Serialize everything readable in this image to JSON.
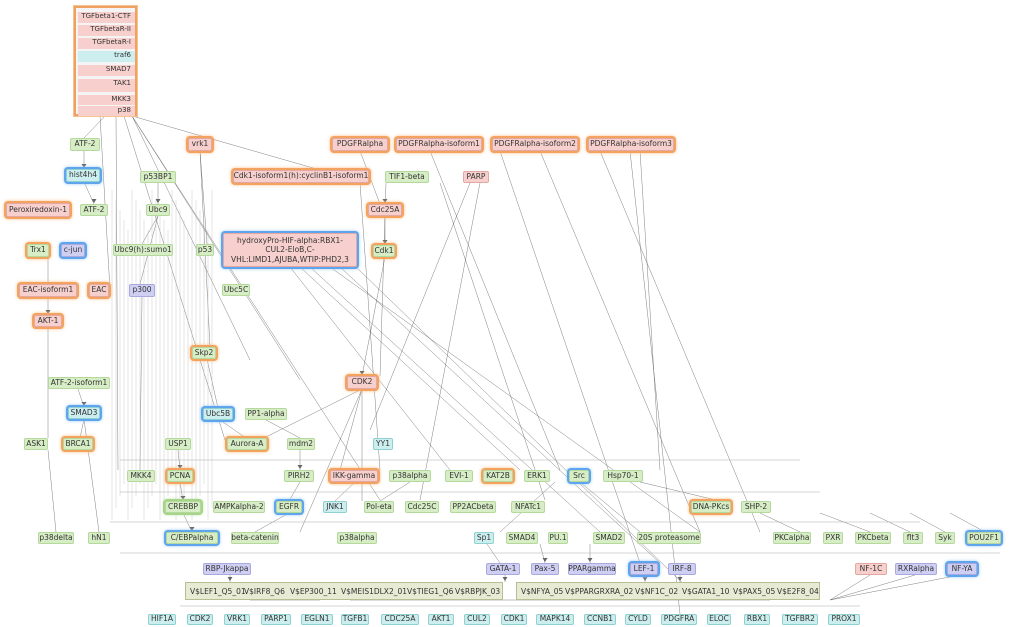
{
  "complex": {
    "items": [
      "TGFbeta1-CTF",
      "TGFbetaR-II",
      "TGFbetaR-I",
      "traf6",
      "SMAD7",
      "TAK1",
      "MKK3",
      "p38"
    ]
  },
  "nodes": {
    "atf2": "ATF-2",
    "hist4h4": "hist4h4",
    "atf2b": "ATF-2",
    "peroxiredoxin1": "Peroxiredoxin-1",
    "trx1": "Trx1",
    "cjun": "c-jun",
    "eac_isoform1": "EAC-isoform1",
    "eac": "EAC",
    "p300": "p300",
    "akt1": "AKT-1",
    "atf2_isoform1": "ATF-2-isoform1",
    "smad3": "SMAD3",
    "ask1": "ASK1",
    "brca1": "BRCA1",
    "p38delta": "p38delta",
    "hn1": "hN1",
    "vrk1": "vrk1",
    "p53bp1": "p53BP1",
    "ubc9": "Ubc9",
    "ubc9sumo": "Ubc9(h):sumo1",
    "p53": "p53",
    "ubc5c": "Ubc5C",
    "hif_complex": "hydroxyPro-HIF-alpha:RBX1-CUL2-EloB,C-VHL:LIMD1,AJUBA,WTIP:PHD2,3",
    "pdgfra": "PDGFRalpha",
    "pdgfra_iso1": "PDGFRalpha-isoform1",
    "pdgfra_iso2": "PDGFRalpha-isoform2",
    "pdgfra_iso3": "PDGFRalpha-isoform3",
    "cdk1_cyclin": "Cdk1-isoform1(h):cyclinB1-isoform1",
    "tif1beta": "TIF1-beta",
    "parp": "PARP",
    "cdc25a": "Cdc25A",
    "cdk1": "Cdk1",
    "skp2": "Skp2",
    "cdk2": "CDK2",
    "ubc5b": "Ubc5B",
    "pp1alpha": "PP1-alpha",
    "usp1": "USP1",
    "aurora_a": "Aurora-A",
    "mdm2": "mdm2",
    "yy1": "YY1",
    "mkk4": "MKK4",
    "pcna": "PCNA",
    "pirh2": "PIRH2",
    "ikk_gamma": "IKK-gamma",
    "p38alpha": "p38alpha",
    "evi1": "EVI-1",
    "kat2b": "KAT2B",
    "erk1": "ERK1",
    "src": "Src",
    "hsp70": "Hsp70-1",
    "crebbp": "CREBBP",
    "ampk": "AMPKalpha-2",
    "egfr": "EGFR",
    "jnk1": "JNK1",
    "pol_eta": "Pol-eta",
    "cdc25c": "Cdc25C",
    "pp2acbeta": "PP2ACbeta",
    "nfatc1": "NFATc1",
    "dna_pkcs": "DNA-PKcs",
    "shp2": "SHP-2",
    "cebpa": "C/EBPalpha",
    "beta_catenin": "beta-catenin",
    "p38alpha_b": "p38alpha",
    "sp1": "Sp1",
    "smad4": "SMAD4",
    "pu1": "PU.1",
    "smad2": "SMAD2",
    "proteasome": "20S proteasome",
    "pkcalpha": "PKCalpha",
    "pxr": "PXR",
    "pkcbeta": "PKCbeta",
    "flt3": "flt3",
    "syk": "Syk",
    "pou2f1": "POU2F1",
    "rbp_jkappa": "RBP-Jkappa",
    "gata1": "GATA-1",
    "pax5": "Pax-5",
    "ppargamma": "PPARgamma",
    "lef1": "LEF-1",
    "irf8": "IRF-8",
    "nf1c": "NF-1C",
    "rxralpha": "RXRalpha",
    "nfya": "NF-YA"
  },
  "tf_groups": [
    {
      "items": [
        "V$LEF1_Q5_01",
        "V$IRF8_Q6",
        "V$EP300_11",
        "V$MEIS1DLX2_01",
        "V$TIEG1_Q6",
        "V$RBPJK_03"
      ]
    },
    {
      "items": [
        "V$NFYA_05",
        "V$PPARGRXRA_02",
        "V$NF1C_02",
        "V$GATA1_10",
        "V$PAX5_05",
        "V$E2F8_04"
      ]
    }
  ],
  "genes": [
    "HIF1A",
    "CDK2",
    "VRK1",
    "PARP1",
    "EGLN1",
    "TGFB1",
    "CDC25A",
    "AKT1",
    "CUL2",
    "CDK1",
    "MAPK14",
    "CCNB1",
    "CYLD",
    "PDGFRA",
    "ELOC",
    "RBX1",
    "TGFBR2",
    "PROX1"
  ],
  "colors": {
    "green_node": "#d7edc6",
    "pink_node": "#f7d0cd",
    "purple_node": "#cfcff4",
    "cyan_node": "#cdeeee",
    "orange_highlight": "#f3a35f",
    "blue_highlight": "#5ea5ee",
    "edge": "#555555"
  }
}
